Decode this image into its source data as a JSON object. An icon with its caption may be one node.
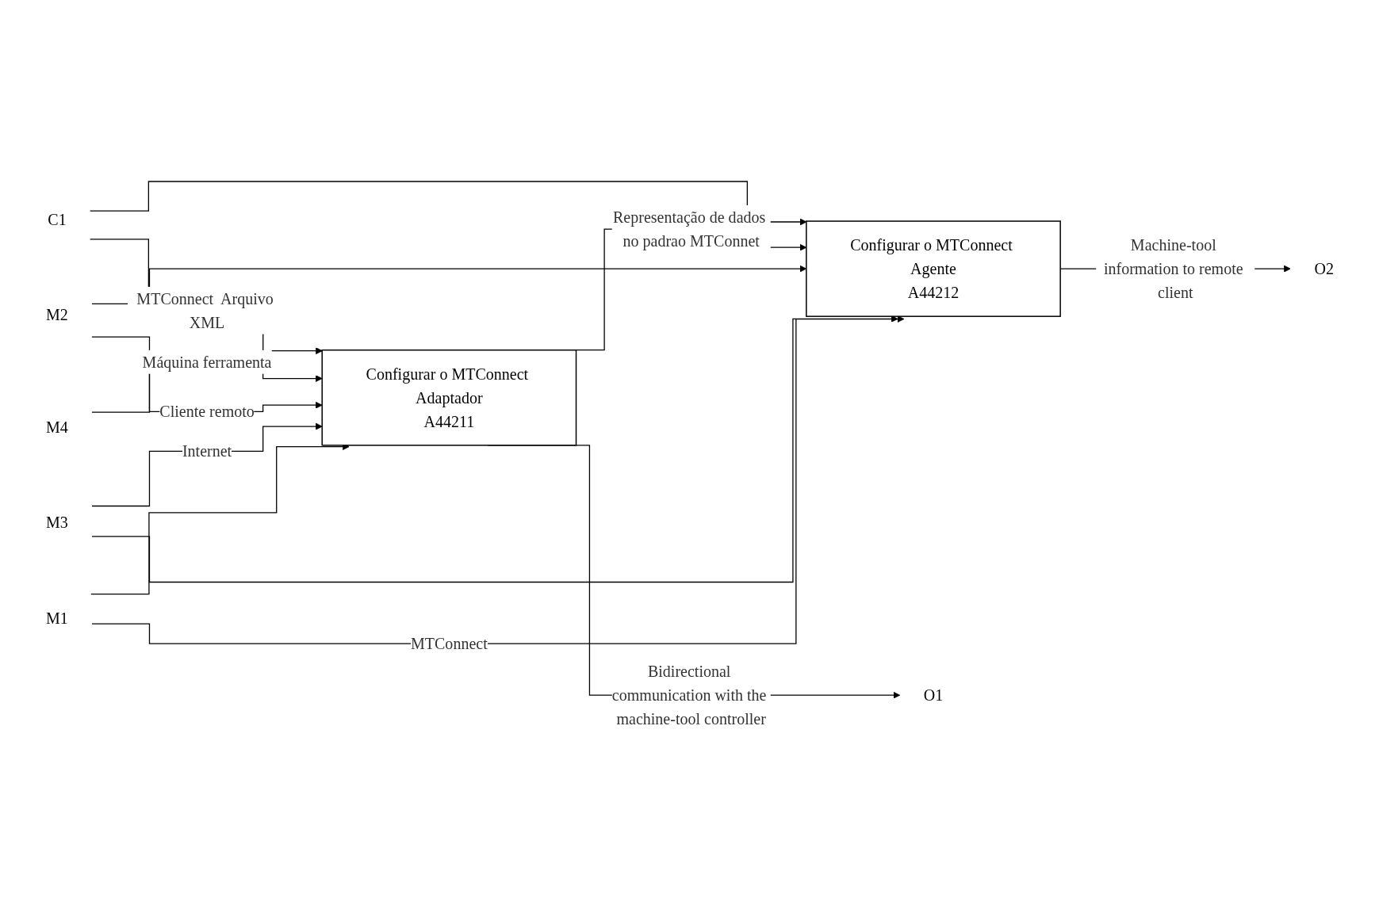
{
  "diagram": {
    "nodes": [
      {
        "text": [
          "Configurar o MTConnect Adaptador",
          "A44211"
        ]
      },
      {
        "text": [
          "Configurar o MTConnect Agente",
          "A44212"
        ]
      },
      {
        "text": [
          "C1"
        ]
      },
      {
        "text": [
          "M4"
        ]
      },
      {
        "text": [
          "O1"
        ]
      },
      {
        "text": [
          "O2"
        ]
      },
      {
        "text": [
          "M2"
        ]
      },
      {
        "text": [
          "M3"
        ]
      },
      {
        "text": [
          "M1"
        ]
      }
    ],
    "edges": [
      {
        "from": 2,
        "to": 0,
        "arrow": "to",
        "label": "MTConnect  Arquivo XML"
      },
      {
        "from": 2,
        "to": 1,
        "arrow": "to"
      },
      {
        "from": 3,
        "to": 0,
        "arrow": "to",
        "label": "Máquina ferramenta"
      },
      {
        "from": 0,
        "to": 4,
        "arrow": "to",
        "label": "Bidirectional communication with the machine-tool controller"
      },
      {
        "from": 0,
        "to": 1,
        "arrow": "to",
        "label": "Representação de dados no padrao MTConnet"
      },
      {
        "from": 1,
        "to": 5,
        "arrow": "to",
        "label": "Machine-tool information to remote client"
      },
      {
        "from": 6,
        "to": 0,
        "arrow": "to",
        "label": "Cliente remoto"
      },
      {
        "from": 6,
        "to": 1,
        "arrow": "to"
      },
      {
        "from": 7,
        "to": 0,
        "arrow": "to",
        "label": "Internet"
      },
      {
        "from": 7,
        "to": 1,
        "arrow": "to"
      },
      {
        "from": 8,
        "to": 0,
        "arrow": "to"
      },
      {
        "from": 8,
        "to": 1,
        "arrow": "to",
        "label": "MTConnect"
      }
    ]
  }
}
